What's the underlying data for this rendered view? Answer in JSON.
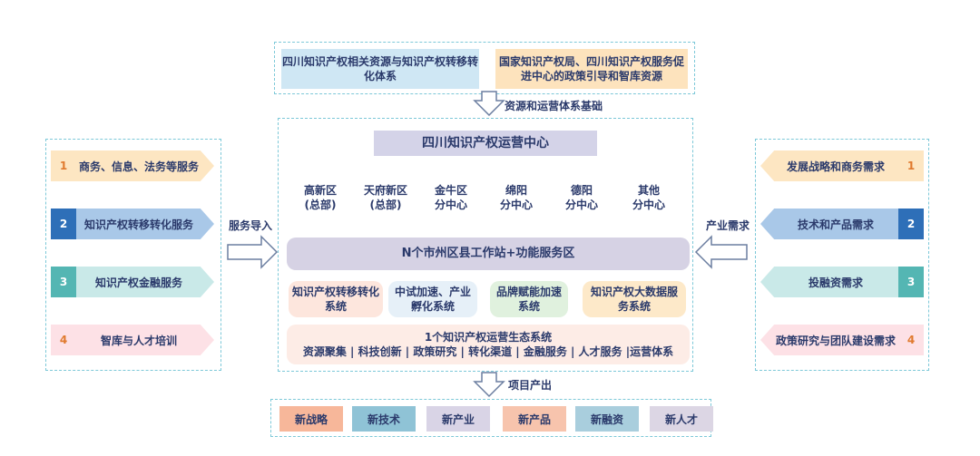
{
  "top": {
    "left_text": "四川知识产权相关资源与知识产权转移转化体系",
    "right_text": "国家知识产权局、四川知识产权服务促进中心的政策引导和智库资源",
    "arrow_label": "资源和运营体系基础"
  },
  "center": {
    "title": "四川知识产权运营中心",
    "branches": [
      {
        "label": "高新区\n(总部)",
        "color": "#fde6dd"
      },
      {
        "label": "天府新区\n(总部)",
        "color": "#dceef8"
      },
      {
        "label": "金牛区\n分中心",
        "color": "#dff1dc"
      },
      {
        "label": "绵阳\n分中心",
        "color": "#ead8e6"
      },
      {
        "label": "德阳\n分中心",
        "color": "#f7dde0"
      },
      {
        "label": "其他\n分中心",
        "color": "#dfe3f3"
      }
    ],
    "stations": "N个市州区县工作站+功能服务区",
    "systems": [
      {
        "label": "知识产权转移转化系统",
        "color": "#fde6dd"
      },
      {
        "label": "中试加速、产业孵化系统",
        "color": "#e6f0f8"
      },
      {
        "label": "品牌赋能加速系统",
        "color": "#e0f1de"
      },
      {
        "label": "知识产权大数据服务系统",
        "color": "#fde9c9"
      }
    ],
    "ecosystem_title": "1个知识产权运营生态系统",
    "ecosystem_items": "资源聚集 | 科技创新 | 政策研究 | 转化渠道 | 金融服务 | 人才服务 |运营体系"
  },
  "left": {
    "arrow_label": "服务导入",
    "items": [
      {
        "num": "1",
        "label": "商务、信息、法务等服务"
      },
      {
        "num": "2",
        "label": "知识产权转移转化服务"
      },
      {
        "num": "3",
        "label": "知识产权金融服务"
      },
      {
        "num": "4",
        "label": "智库与人才培训"
      }
    ]
  },
  "right": {
    "arrow_label": "产业需求",
    "items": [
      {
        "num": "1",
        "label": "发展战略和商务需求"
      },
      {
        "num": "2",
        "label": "技术和产品需求"
      },
      {
        "num": "3",
        "label": "投融资需求"
      },
      {
        "num": "4",
        "label": "政策研究与团队建设需求"
      }
    ]
  },
  "bottom": {
    "arrow_label": "项目产出",
    "outputs": [
      {
        "label": "新战略",
        "color": "#f7b79a"
      },
      {
        "label": "新技术",
        "color": "#8fc3d6"
      },
      {
        "label": "新产业",
        "color": "#d9d4e6"
      },
      {
        "label": "新产品",
        "color": "#f7c4ad"
      },
      {
        "label": "新融资",
        "color": "#a9cedd"
      },
      {
        "label": "新人才",
        "color": "#dcd6e4"
      }
    ]
  }
}
